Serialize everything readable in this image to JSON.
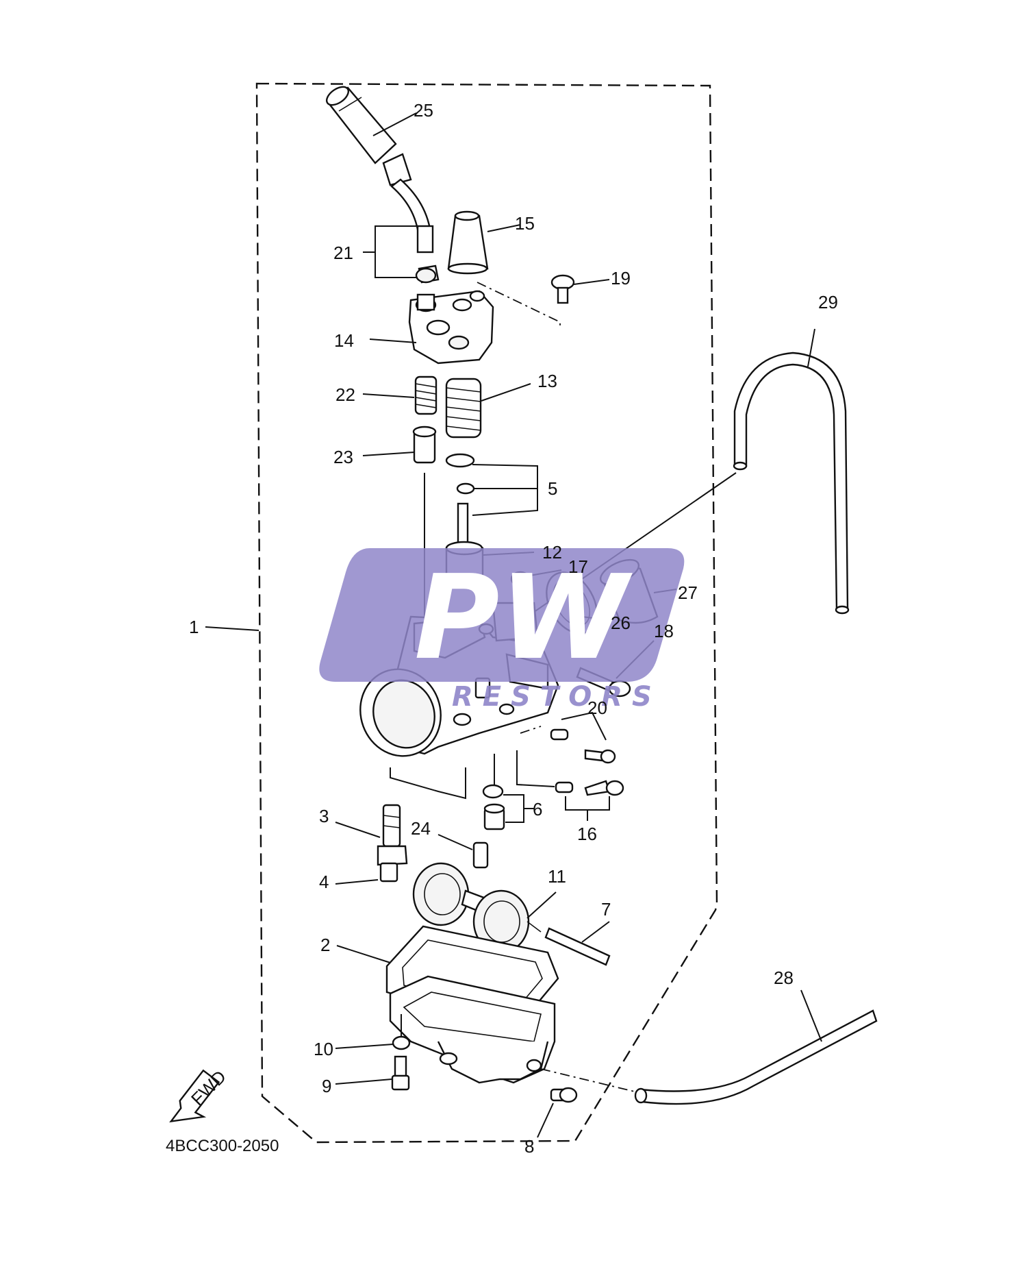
{
  "diagram": {
    "code": "4BCC300-2050",
    "fwd_label": "FWD",
    "watermark": {
      "brand": "PW",
      "sub": "RESTORS",
      "color": "#8f86c9"
    },
    "callouts": [
      {
        "num": "1"
      },
      {
        "num": "2"
      },
      {
        "num": "3"
      },
      {
        "num": "4"
      },
      {
        "num": "5"
      },
      {
        "num": "6"
      },
      {
        "num": "7"
      },
      {
        "num": "8"
      },
      {
        "num": "9"
      },
      {
        "num": "10"
      },
      {
        "num": "11"
      },
      {
        "num": "12"
      },
      {
        "num": "13"
      },
      {
        "num": "14"
      },
      {
        "num": "15"
      },
      {
        "num": "16"
      },
      {
        "num": "17"
      },
      {
        "num": "18"
      },
      {
        "num": "19"
      },
      {
        "num": "20"
      },
      {
        "num": "21"
      },
      {
        "num": "22"
      },
      {
        "num": "23"
      },
      {
        "num": "24"
      },
      {
        "num": "25"
      },
      {
        "num": "26"
      },
      {
        "num": "27"
      },
      {
        "num": "28"
      },
      {
        "num": "29"
      }
    ]
  }
}
